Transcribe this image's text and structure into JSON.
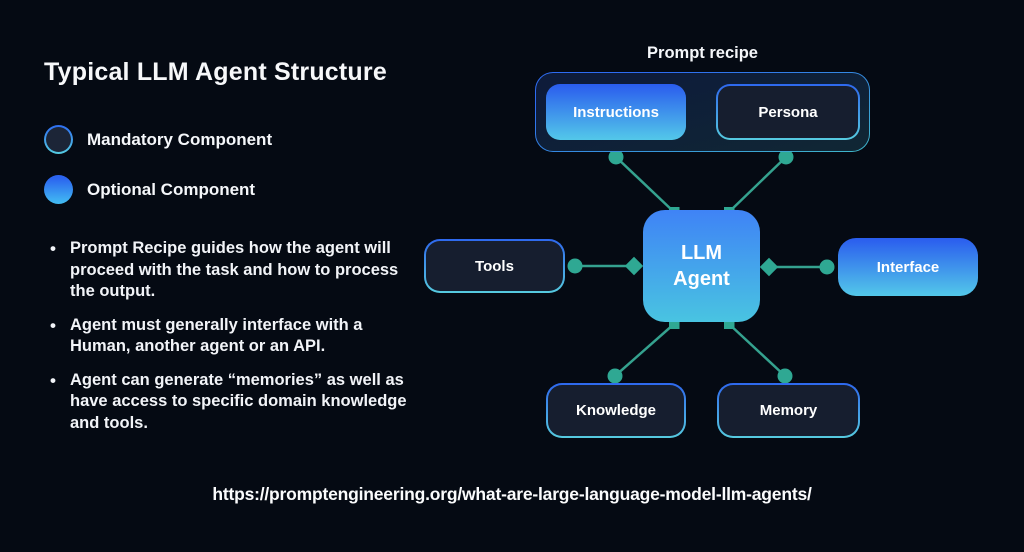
{
  "header": {
    "title": "Typical LLM Agent Structure"
  },
  "legend": {
    "items": [
      {
        "label": "Mandatory Component",
        "type": "mandatory"
      },
      {
        "label": "Optional Component",
        "type": "optional"
      }
    ]
  },
  "notes": {
    "bullets": [
      "Prompt Recipe guides how the agent will proceed with the task and how to process the output.",
      "Agent must generally interface with a Human, another agent or an API.",
      "Agent can generate “memories” as well as have access to specific domain knowledge and tools."
    ]
  },
  "diagram": {
    "group_label": "Prompt recipe",
    "nodes": {
      "instructions": {
        "label": "Instructions",
        "style": "optional"
      },
      "persona": {
        "label": "Persona",
        "style": "mandatory"
      },
      "llm_agent": {
        "label_line1": "LLM",
        "label_line2": "Agent"
      },
      "tools": {
        "label": "Tools",
        "style": "mandatory"
      },
      "interface": {
        "label": "Interface",
        "style": "optional"
      },
      "knowledge": {
        "label": "Knowledge",
        "style": "mandatory"
      },
      "memory": {
        "label": "Memory",
        "style": "mandatory"
      }
    },
    "connector_color": "#35a28f"
  },
  "footer": {
    "url": "https://promptengineering.org/what-are-large-language-model-llm-agents/"
  },
  "colors": {
    "background": "#050a13",
    "text": "#f5f7fa",
    "optional_gradient_top": "#2a5cee",
    "optional_gradient_bottom": "#53c8e9",
    "mandatory_fill": "#161e2f",
    "border_gradient_top": "#2e68ee",
    "border_gradient_bottom": "#56cbe0",
    "connector": "#35a28f"
  }
}
